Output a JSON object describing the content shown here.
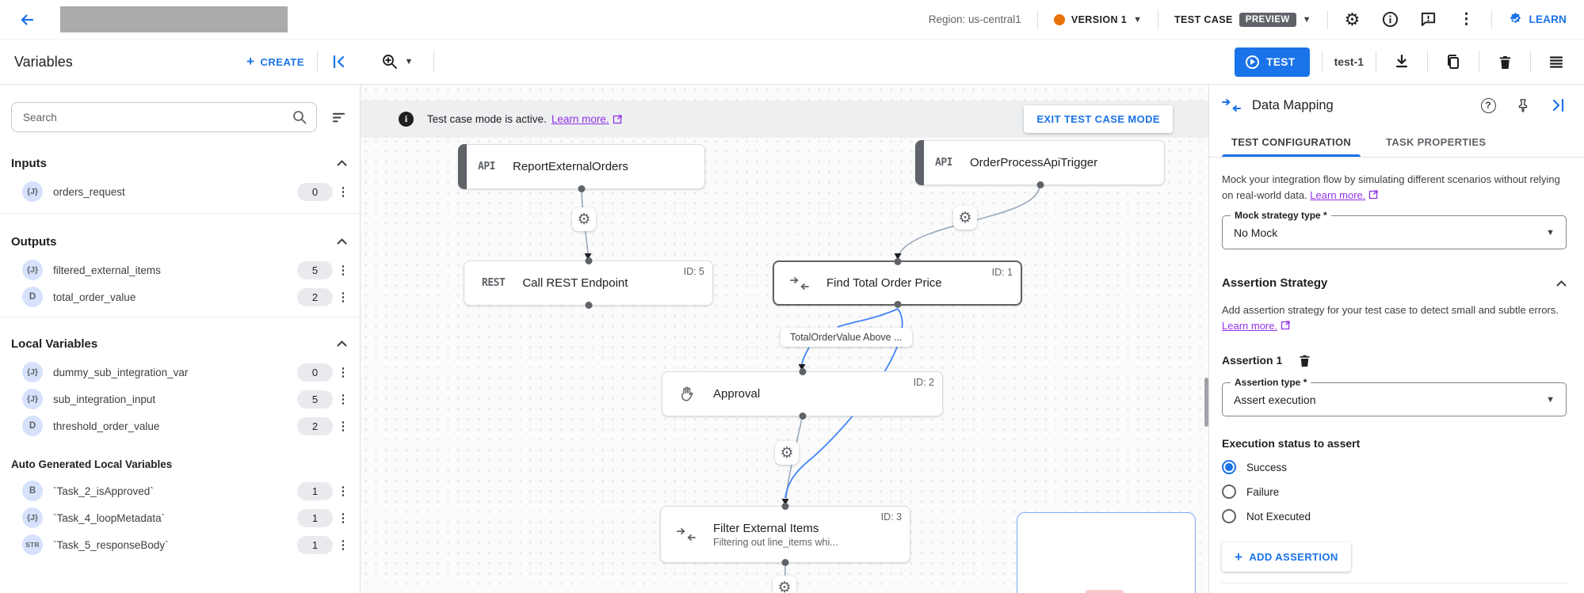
{
  "topbar": {
    "region": "Region: us-central1",
    "version": "VERSION 1",
    "test_case": "TEST CASE",
    "preview_badge": "PREVIEW",
    "learn": "LEARN"
  },
  "toolbar": {
    "title": "Variables",
    "create": "CREATE",
    "test": "TEST",
    "test_name": "test-1"
  },
  "sidebar": {
    "search_placeholder": "Search",
    "sections": [
      {
        "title": "Inputs",
        "items": [
          {
            "type": "{J}",
            "name": "orders_request",
            "count": "0"
          }
        ]
      },
      {
        "title": "Outputs",
        "items": [
          {
            "type": "{J}",
            "name": "filtered_external_items",
            "count": "5"
          },
          {
            "type": "D",
            "name": "total_order_value",
            "count": "2"
          }
        ]
      },
      {
        "title": "Local Variables",
        "items": [
          {
            "type": "{J}",
            "name": "dummy_sub_integration_var",
            "count": "0"
          },
          {
            "type": "{J}",
            "name": "sub_integration_input",
            "count": "5"
          },
          {
            "type": "D",
            "name": "threshold_order_value",
            "count": "2"
          }
        ]
      },
      {
        "title": "Auto Generated Local Variables",
        "items": [
          {
            "type": "B",
            "name": "`Task_2_isApproved`",
            "count": "1"
          },
          {
            "type": "{J}",
            "name": "`Task_4_loopMetadata`",
            "count": "1"
          },
          {
            "type": "STR",
            "name": "`Task_5_responseBody`",
            "count": "1"
          }
        ]
      }
    ]
  },
  "canvas": {
    "banner": {
      "text": "Test case mode is active.",
      "link": "Learn more.",
      "exit_button": "EXIT TEST CASE MODE"
    },
    "nodes": [
      {
        "badge": "API",
        "title": "ReportExternalOrders"
      },
      {
        "badge": "API",
        "title": "OrderProcessApiTrigger"
      },
      {
        "badge": "REST",
        "title": "Call REST Endpoint",
        "id": "ID: 5"
      },
      {
        "title": "Find Total Order Price",
        "id": "ID: 1"
      },
      {
        "title": "Approval",
        "id": "ID: 2"
      },
      {
        "title": "Filter External Items",
        "subtitle": "Filtering out line_items whi...",
        "id": "ID: 3"
      }
    ],
    "edge_label": "TotalOrderValue Above ..."
  },
  "panel": {
    "title": "Data Mapping",
    "tabs": [
      {
        "label": "TEST CONFIGURATION"
      },
      {
        "label": "TASK PROPERTIES"
      }
    ],
    "mock": {
      "description": "Mock your integration flow by simulating different scenarios without relying on real-world data.",
      "link": "Learn more.",
      "field_label": "Mock strategy type *",
      "field_value": "No Mock"
    },
    "assertion": {
      "heading": "Assertion Strategy",
      "description": "Add assertion strategy for your test case to detect small and subtle errors.",
      "link": "Learn more.",
      "item_label": "Assertion 1",
      "type_label": "Assertion type *",
      "type_value": "Assert execution",
      "status_label": "Execution status to assert",
      "options": [
        {
          "label": "Success",
          "selected": true
        },
        {
          "label": "Failure",
          "selected": false
        },
        {
          "label": "Not Executed",
          "selected": false
        }
      ],
      "add_button": "ADD ASSERTION"
    }
  },
  "colors": {
    "accent": "#1a73e8",
    "version_dot": "#e8710a",
    "link_purple": "#9334e6"
  }
}
